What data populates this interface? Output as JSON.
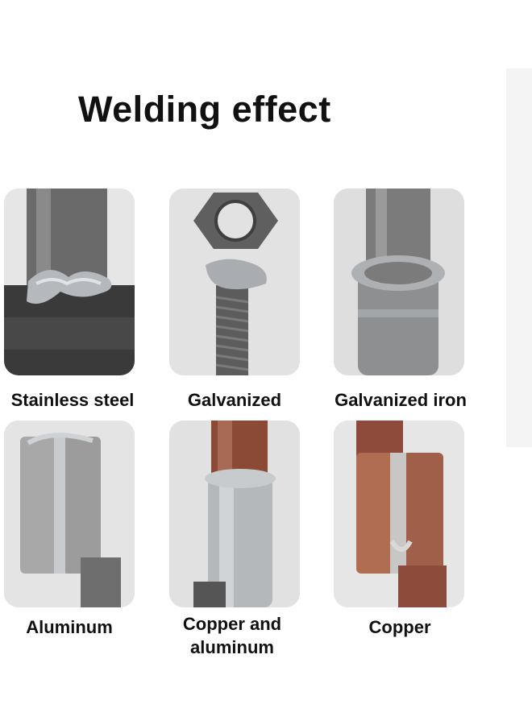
{
  "title": "Welding effect",
  "items": [
    {
      "label": "Stainless steel",
      "icon": "stainless-steel-weld-photo"
    },
    {
      "label": "Galvanized",
      "icon": "galvanized-bolt-weld-photo"
    },
    {
      "label": "Galvanized iron",
      "icon": "galvanized-iron-pipe-weld-photo"
    },
    {
      "label": "Aluminum",
      "icon": "aluminum-tube-weld-photo"
    },
    {
      "label_line1": "Copper and",
      "label_line2": "aluminum",
      "icon": "copper-aluminum-weld-photo"
    },
    {
      "label": "Copper",
      "icon": "copper-pipe-weld-photo"
    }
  ]
}
